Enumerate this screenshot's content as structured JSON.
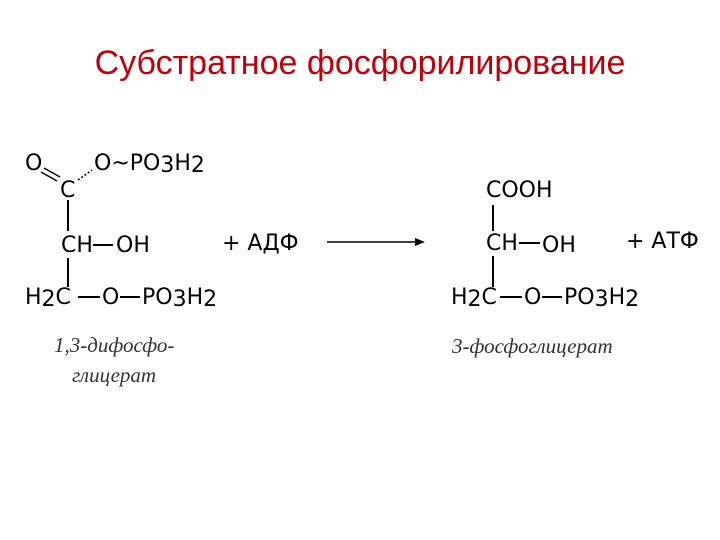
{
  "title": "Субстратное фосфорилирование",
  "reactant": {
    "o_double": "O",
    "carbon": "C",
    "o_phosphate": "O~PO",
    "po3_sub": "3",
    "h_label": "H",
    "h_sub": "2",
    "ch_label": "CH",
    "oh_label": "OH",
    "h2c_h": "H",
    "h2c_sub": "2",
    "h2c_c": "C",
    "bottom_o": "O",
    "bottom_po": "PO",
    "bottom_po_sub": "3",
    "bottom_h": "H",
    "bottom_h_sub": "2",
    "caption_line1": "1,3-дифосфо-",
    "caption_line2": "глицерат"
  },
  "adp_label": "+ АДФ",
  "product": {
    "cooh": "COOH",
    "ch_label": "CH",
    "oh_label": "OH",
    "h2c_h": "H",
    "h2c_sub": "2",
    "h2c_c": "C",
    "bottom_o": "O",
    "bottom_po": "PO",
    "bottom_po_sub": "3",
    "bottom_h": "H",
    "bottom_h_sub": "2",
    "caption": "3-фосфоглицерат"
  },
  "atp_label": "+ АТФ",
  "colors": {
    "title": "#c0000b",
    "text": "#000000",
    "caption": "#333333"
  }
}
